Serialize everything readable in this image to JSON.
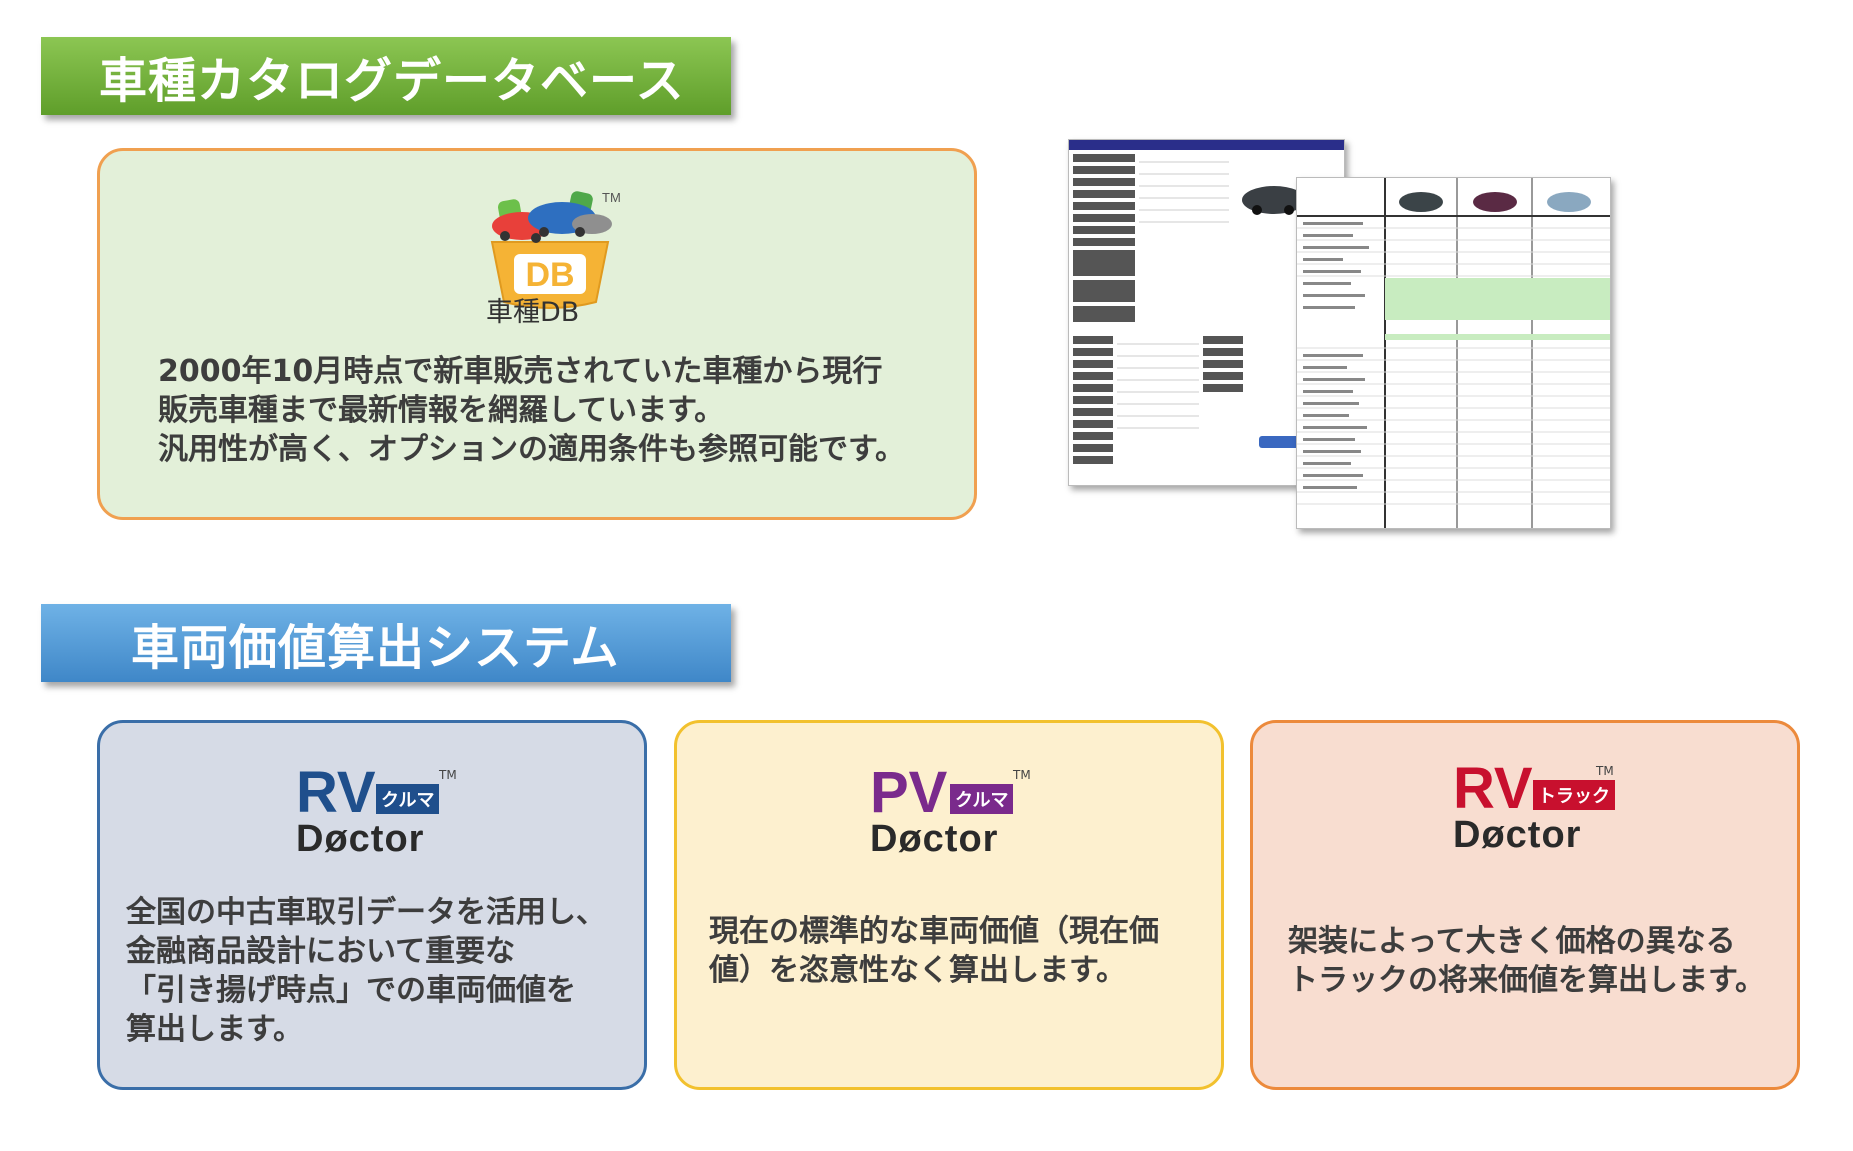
{
  "sections": {
    "catalog_title": "車種カタログデータベース",
    "valuation_title": "車両価値算出システム"
  },
  "catalog_card": {
    "logo_caption": "車種DB",
    "logo_letters": "DB",
    "tm": "TM",
    "text": "2000年10月時点で新車販売されていた車種から現行\n販売車種まで最新情報を網羅しています。\n汎用性が高く、オプションの適用条件も参照可能です。"
  },
  "products": [
    {
      "logo_main": "RV",
      "logo_tag": "クルマ",
      "logo_sub": "Døctor",
      "tm": "TM",
      "text": "全国の中古車取引データを活用し、\n金融商品設計において重要な\n「引き揚げ時点」での車両価値を\n算出します。"
    },
    {
      "logo_main": "PV",
      "logo_tag": "クルマ",
      "logo_sub": "Døctor",
      "tm": "TM",
      "text": "現在の標準的な車両価値（現在価\n値）を恣意性なく算出します。"
    },
    {
      "logo_main": "RV",
      "logo_tag": "トラック",
      "logo_sub": "Døctor",
      "tm": "TM",
      "text": "架装によって大きく価格の異なる\nトラックの将来価値を算出します。"
    }
  ],
  "colors": {
    "green_banner": "#6fae37",
    "blue_banner": "#4a93d2",
    "rv_blue": "#1f4f8c",
    "pv_purple": "#7a2a8c",
    "truck_red": "#c8102e"
  }
}
